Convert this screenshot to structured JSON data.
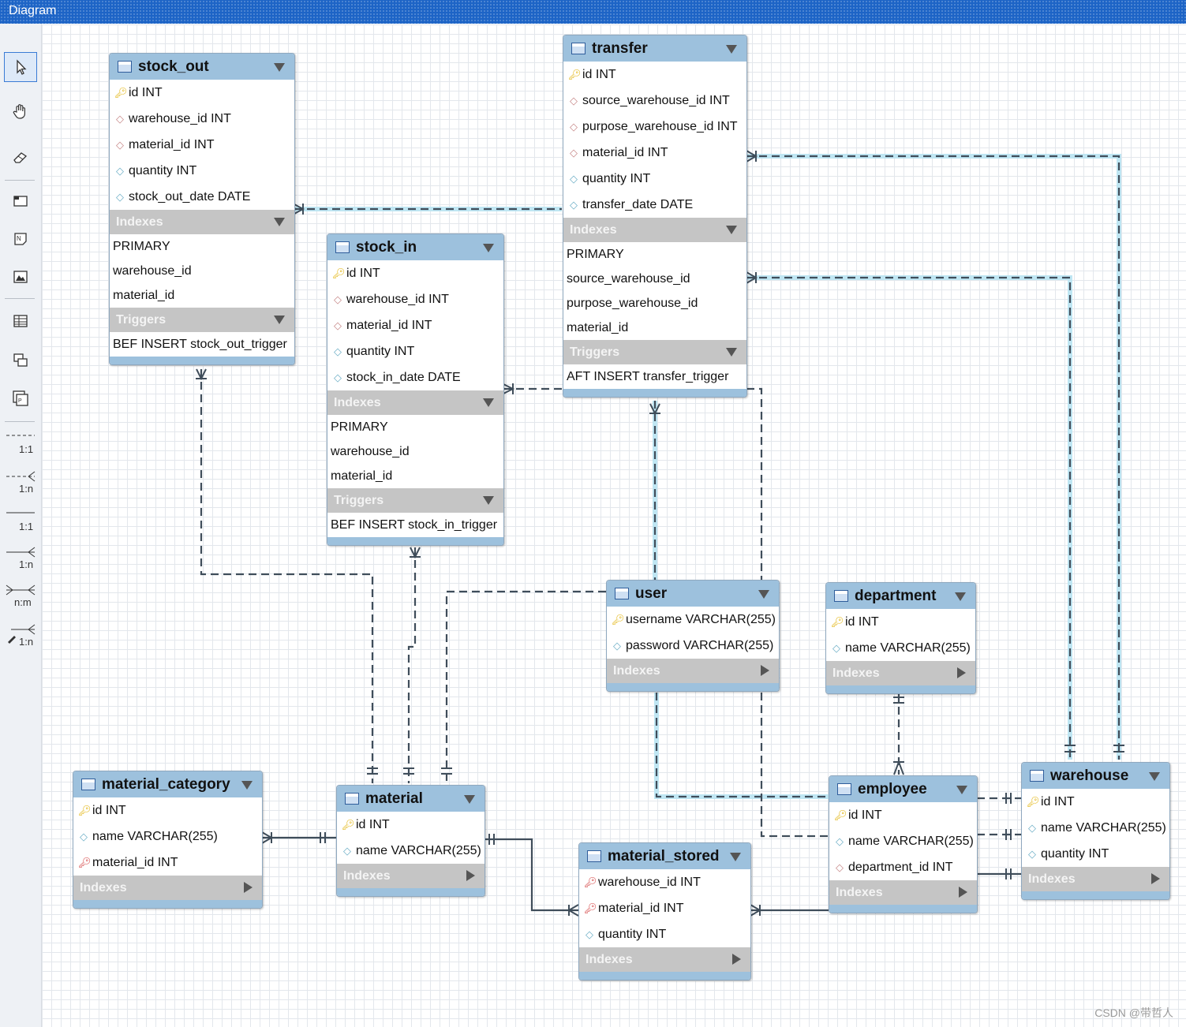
{
  "window": {
    "title": "Diagram"
  },
  "toolbar": {
    "tools": [
      {
        "name": "pointer",
        "selected": true
      },
      {
        "name": "hand"
      },
      {
        "name": "eraser"
      },
      {
        "name": "layer"
      },
      {
        "name": "text-note"
      },
      {
        "name": "image"
      },
      {
        "name": "table"
      },
      {
        "name": "view"
      },
      {
        "name": "routine-group"
      }
    ],
    "relationships": [
      {
        "label": "1:1"
      },
      {
        "label": "1:n"
      },
      {
        "label": "1:1"
      },
      {
        "label": "1:n"
      },
      {
        "label": "n:m"
      },
      {
        "label": "1:n"
      }
    ]
  },
  "tables": {
    "stock_out": {
      "name": "stock_out",
      "columns": [
        {
          "text": "id INT",
          "icon": "key"
        },
        {
          "text": "warehouse_id INT",
          "icon": "fk-diamond"
        },
        {
          "text": "material_id INT",
          "icon": "fk-diamond"
        },
        {
          "text": "quantity INT",
          "icon": "diamond"
        },
        {
          "text": "stock_out_date DATE",
          "icon": "diamond"
        }
      ],
      "indexes_label": "Indexes",
      "indexes": [
        "PRIMARY",
        "warehouse_id",
        "material_id"
      ],
      "triggers_label": "Triggers",
      "triggers": [
        "BEF INSERT stock_out_trigger"
      ]
    },
    "transfer": {
      "name": "transfer",
      "columns": [
        {
          "text": "id INT",
          "icon": "key"
        },
        {
          "text": "source_warehouse_id INT",
          "icon": "fk-diamond"
        },
        {
          "text": "purpose_warehouse_id INT",
          "icon": "fk-diamond"
        },
        {
          "text": "material_id INT",
          "icon": "fk-diamond"
        },
        {
          "text": "quantity INT",
          "icon": "diamond"
        },
        {
          "text": "transfer_date DATE",
          "icon": "diamond"
        }
      ],
      "indexes_label": "Indexes",
      "indexes": [
        "PRIMARY",
        "source_warehouse_id",
        "purpose_warehouse_id",
        "material_id"
      ],
      "triggers_label": "Triggers",
      "triggers": [
        "AFT INSERT transfer_trigger"
      ]
    },
    "stock_in": {
      "name": "stock_in",
      "columns": [
        {
          "text": "id INT",
          "icon": "key"
        },
        {
          "text": "warehouse_id INT",
          "icon": "fk-diamond"
        },
        {
          "text": "material_id INT",
          "icon": "fk-diamond"
        },
        {
          "text": "quantity INT",
          "icon": "diamond"
        },
        {
          "text": "stock_in_date DATE",
          "icon": "diamond"
        }
      ],
      "indexes_label": "Indexes",
      "indexes": [
        "PRIMARY",
        "warehouse_id",
        "material_id"
      ],
      "triggers_label": "Triggers",
      "triggers": [
        "BEF INSERT stock_in_trigger"
      ]
    },
    "user": {
      "name": "user",
      "columns": [
        {
          "text": "username VARCHAR(255)",
          "icon": "key"
        },
        {
          "text": "password VARCHAR(255)",
          "icon": "diamond"
        }
      ],
      "indexes_label": "Indexes"
    },
    "department": {
      "name": "department",
      "columns": [
        {
          "text": "id INT",
          "icon": "key"
        },
        {
          "text": "name VARCHAR(255)",
          "icon": "diamond"
        }
      ],
      "indexes_label": "Indexes"
    },
    "material_category": {
      "name": "material_category",
      "columns": [
        {
          "text": "id INT",
          "icon": "key"
        },
        {
          "text": "name VARCHAR(255)",
          "icon": "diamond"
        },
        {
          "text": "material_id INT",
          "icon": "fk-key"
        }
      ],
      "indexes_label": "Indexes"
    },
    "material": {
      "name": "material",
      "columns": [
        {
          "text": "id INT",
          "icon": "key"
        },
        {
          "text": "name VARCHAR(255)",
          "icon": "diamond"
        }
      ],
      "indexes_label": "Indexes"
    },
    "material_stored": {
      "name": "material_stored",
      "columns": [
        {
          "text": "warehouse_id INT",
          "icon": "fk-key"
        },
        {
          "text": "material_id INT",
          "icon": "fk-key"
        },
        {
          "text": "quantity INT",
          "icon": "diamond"
        }
      ],
      "indexes_label": "Indexes"
    },
    "employee": {
      "name": "employee",
      "columns": [
        {
          "text": "id INT",
          "icon": "key"
        },
        {
          "text": "name VARCHAR(255)",
          "icon": "diamond"
        },
        {
          "text": "department_id INT",
          "icon": "fk-diamond"
        }
      ],
      "indexes_label": "Indexes"
    },
    "warehouse": {
      "name": "warehouse",
      "columns": [
        {
          "text": "id INT",
          "icon": "key"
        },
        {
          "text": "name VARCHAR(255)",
          "icon": "diamond"
        },
        {
          "text": "quantity INT",
          "icon": "diamond"
        }
      ],
      "indexes_label": "Indexes"
    }
  },
  "watermark": "CSDN @带哲人"
}
